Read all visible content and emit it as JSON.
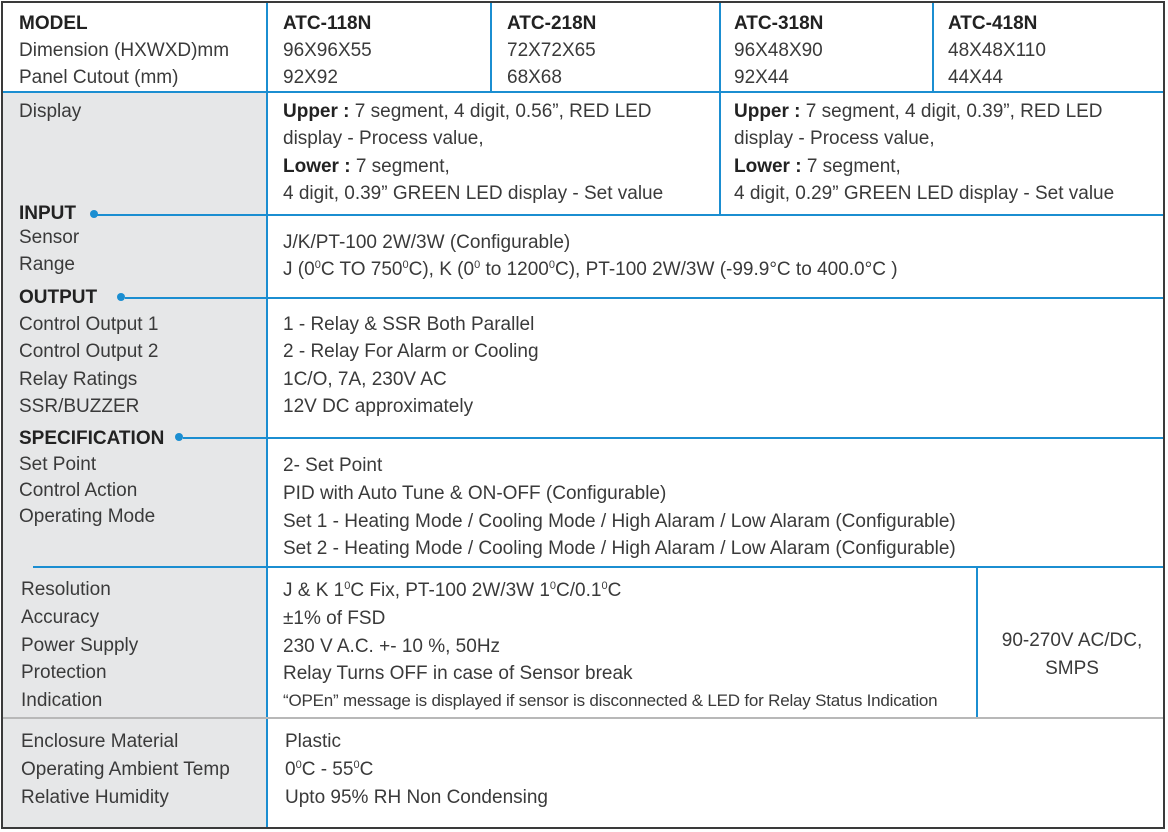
{
  "header": {
    "labels": [
      "MODEL",
      "Dimension (HXWXD)mm",
      "Panel Cutout (mm)"
    ],
    "models": [
      {
        "name": "ATC-118N",
        "dimension": "96X96X55",
        "cutout": "92X92"
      },
      {
        "name": "ATC-218N",
        "dimension": "72X72X65",
        "cutout": "68X68"
      },
      {
        "name": "ATC-318N",
        "dimension": "96X48X90",
        "cutout": "92X44"
      },
      {
        "name": "ATC-418N",
        "dimension": "48X48X110",
        "cutout": "44X44"
      }
    ]
  },
  "display": {
    "label": "Display",
    "left": {
      "upper_head": "Upper :",
      "upper_line1": " 7 segment, 4 digit, 0.56”, RED LED",
      "upper_line2": "display - Process value,",
      "lower_head": "Lower :",
      "lower_line1": " 7 segment,",
      "lower_line2": "4 digit, 0.39” GREEN LED display - Set value"
    },
    "right": {
      "upper_head": "Upper :",
      "upper_line1": " 7 segment, 4 digit, 0.39”, RED LED",
      "upper_line2": "display - Process value,",
      "lower_head": "Lower :",
      "lower_line1": " 7 segment,",
      "lower_line2": "4 digit, 0.29” GREEN LED display - Set value"
    }
  },
  "input": {
    "heading": "INPUT",
    "labels": [
      "Sensor",
      "Range"
    ],
    "sensor": "J/K/PT-100 2W/3W (Configurable)",
    "range": {
      "j_prefix": "J (0",
      "sup": "0",
      "j_mid": "C TO 750",
      "j_end": "C),  K (0",
      "k_mid": " to 1200",
      "k_end": "C),  PT-100 2W/3W (-99.9°C to 400.0°C )"
    }
  },
  "output": {
    "heading": "OUTPUT",
    "labels": [
      "Control Output 1",
      "Control Output 2",
      "Relay Ratings",
      "SSR/BUZZER"
    ],
    "values": [
      "1 - Relay & SSR Both Parallel",
      "2 - Relay For Alarm or Cooling",
      "1C/O, 7A, 230V AC",
      "12V DC approximately"
    ]
  },
  "specification": {
    "heading": "SPECIFICATION",
    "labels": [
      "Set Point",
      "Control Action",
      "Operating Mode"
    ],
    "values": [
      "2- Set Point",
      "PID with Auto Tune & ON-OFF (Configurable)",
      "Set 1 -  Heating Mode / Cooling Mode / High Alaram / Low Alaram (Configurable)",
      "Set 2 -  Heating Mode / Cooling Mode / High Alaram / Low Alaram (Configurable)"
    ]
  },
  "electrical": {
    "labels": [
      "Resolution",
      "Accuracy",
      "Power Supply",
      "Protection",
      "Indication"
    ],
    "resolution": {
      "a": "J & K 1",
      "sup": "0",
      "b": "C Fix, PT-100 2W/3W  1",
      "c": "C/0.1",
      "d": "C"
    },
    "accuracy": "±1% of FSD",
    "power": "230 V A.C. +- 10 %, 50Hz",
    "protection": "Relay Turns OFF in case of Sensor break",
    "indication": "“OPEn” message is displayed if sensor is disconnected & LED for Relay Status Indication",
    "alt_power_line1": "90-270V AC/DC,",
    "alt_power_line2": "SMPS"
  },
  "environment": {
    "labels": [
      "Enclosure Material",
      "Operating Ambient Temp",
      "Relative Humidity"
    ],
    "material": "Plastic",
    "temp": {
      "a": "0",
      "sup": "0",
      "b": "C - 55",
      "c": "C"
    },
    "humidity": "Upto 95% RH Non Condensing"
  },
  "colors": {
    "accent": "#1b8ed1",
    "label_bg": "#e6e7e8",
    "border": "#3a3a3a",
    "text": "#3a3a3a"
  }
}
